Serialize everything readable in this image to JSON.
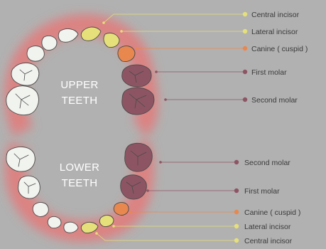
{
  "arch_labels": {
    "upper": [
      "UPPER",
      "TEETH"
    ],
    "lower": [
      "LOWER",
      "TEETH"
    ]
  },
  "upper_labels": [
    {
      "text": "Central incisor",
      "color": "#e6e07a"
    },
    {
      "text": "Lateral incisor",
      "color": "#e6e07a"
    },
    {
      "text": "Canine ( cuspid )",
      "color": "#e8884e"
    },
    {
      "text": "First molar",
      "color": "#8d5564"
    },
    {
      "text": "Second molar",
      "color": "#8d5564"
    }
  ],
  "lower_labels": [
    {
      "text": "Second molar",
      "color": "#8d5564"
    },
    {
      "text": "First molar",
      "color": "#8d5564"
    },
    {
      "text": "Canine ( cuspid )",
      "color": "#e8884e"
    },
    {
      "text": "Lateral incisor",
      "color": "#e6e07a"
    },
    {
      "text": "Central incisor",
      "color": "#e6e07a"
    }
  ],
  "colors": {
    "background": "#b1b1b1",
    "glow": "#ff5a5a",
    "white_tooth": "#f1f3ef",
    "incisor": "#e6e07a",
    "canine": "#e8884e",
    "molar": "#8d5564"
  }
}
